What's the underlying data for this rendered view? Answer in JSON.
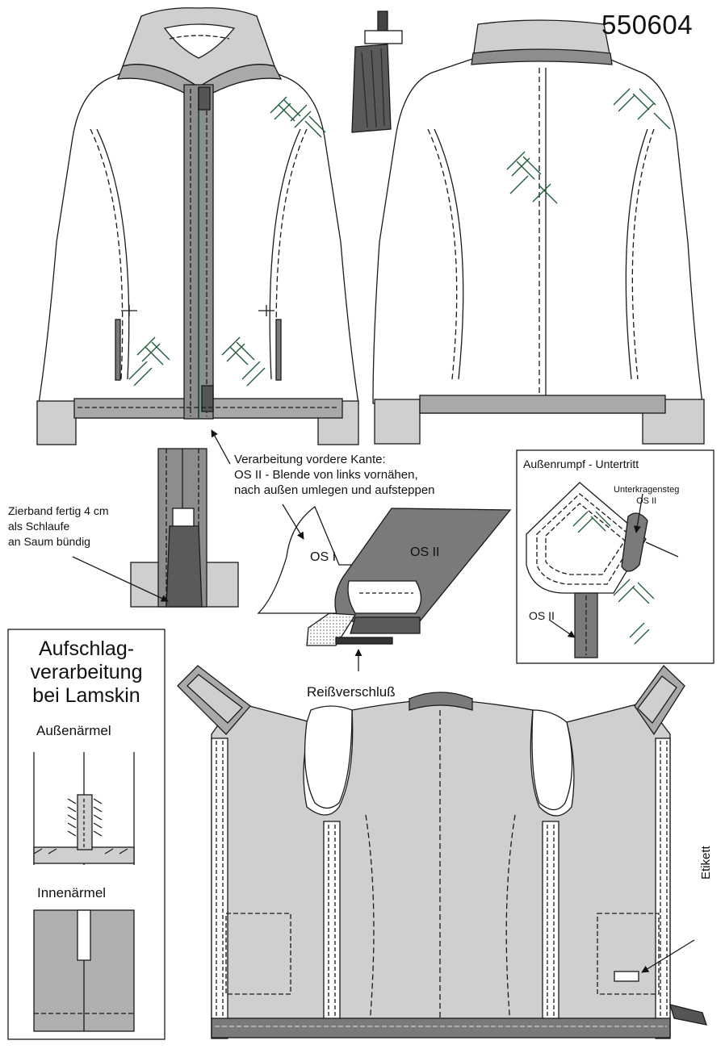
{
  "model_number": "550604",
  "notes": {
    "front_edge": [
      "Verarbeitung vordere Kante:",
      "OS II - Blende von links vornähen,",
      "nach außen umlegen und aufsteppen"
    ],
    "zierband": [
      "Zierband fertig 4 cm",
      "als Schlaufe",
      "an Saum bündig"
    ]
  },
  "labels": {
    "os1": "OS I",
    "os2": "OS II",
    "zipper": "Reißverschluß",
    "aussenrumpf_title": "Außenrumpf - Untertritt",
    "unterkragensteg": [
      "Unterkragensteg",
      "OS II"
    ],
    "os2_small": "OS II",
    "etikett": "Etikett"
  },
  "aufschlag": {
    "title": [
      "Aufschlag-",
      "verarbeitung",
      "bei Lamskin"
    ],
    "outer_sleeve": "Außenärmel",
    "inner_sleeve": "Innenärmel"
  },
  "colors": {
    "line": "#1a1a1a",
    "dark_fill": "#6f6f6f",
    "medium_fill": "#a9a9a9",
    "light_fill": "#cfcfcf",
    "stitch_green": "#1f5a3a",
    "white": "#ffffff"
  }
}
